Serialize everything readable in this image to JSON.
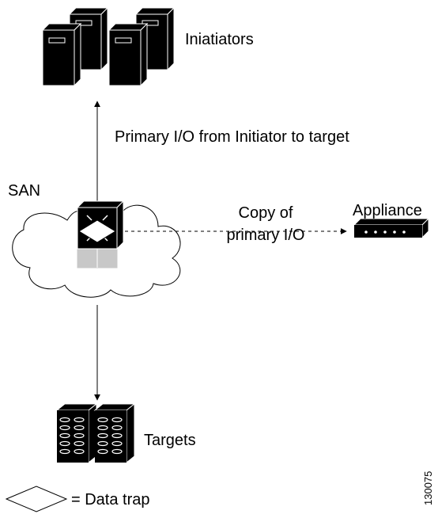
{
  "labels": {
    "initiators": "Iniatiators",
    "primary_io": "Primary I/O from Initiator to target",
    "san": "SAN",
    "copy_line1": "Copy of",
    "copy_line2": "primary I/O",
    "appliance": "Appliance",
    "targets": "Targets",
    "legend_text": "= Data trap",
    "figure_id": "130075"
  },
  "icons": {
    "initiators": "server-tower-icon",
    "switch": "fabric-switch-icon",
    "appliance": "appliance-icon",
    "targets": "storage-array-icon",
    "data_trap": "diamond-icon"
  },
  "colors": {
    "ink": "#000000",
    "paper": "#ffffff",
    "switch_base": "#c8c8c8"
  }
}
